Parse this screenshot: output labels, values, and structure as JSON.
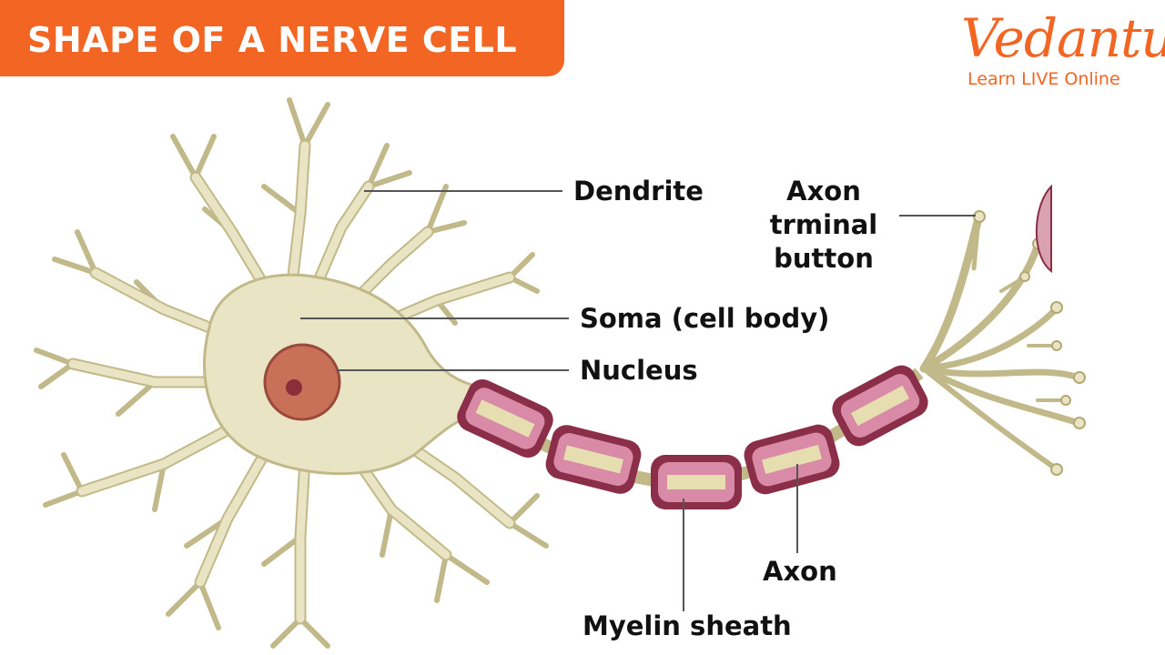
{
  "title": "SHAPE OF A NERVE CELL",
  "brand": {
    "name": "Vedantu",
    "tagline": "Learn LIVE Online",
    "color": "#f26522"
  },
  "colors": {
    "cell_fill": "#e9e4c4",
    "cell_outline": "#c2b98a",
    "myelin_outer": "#8a2e4a",
    "myelin_inner": "#d98aa6",
    "nucleus": "#c97058",
    "leader_line": "#555555"
  },
  "labels": {
    "dendrite": "Dendrite",
    "soma": "Soma (cell body)",
    "nucleus": "Nucleus",
    "axon_terminal_line1": "Axon",
    "axon_terminal_line2": "trminal",
    "axon_terminal_line3": "button",
    "axon": "Axon",
    "myelin_sheath": "Myelin sheath"
  }
}
